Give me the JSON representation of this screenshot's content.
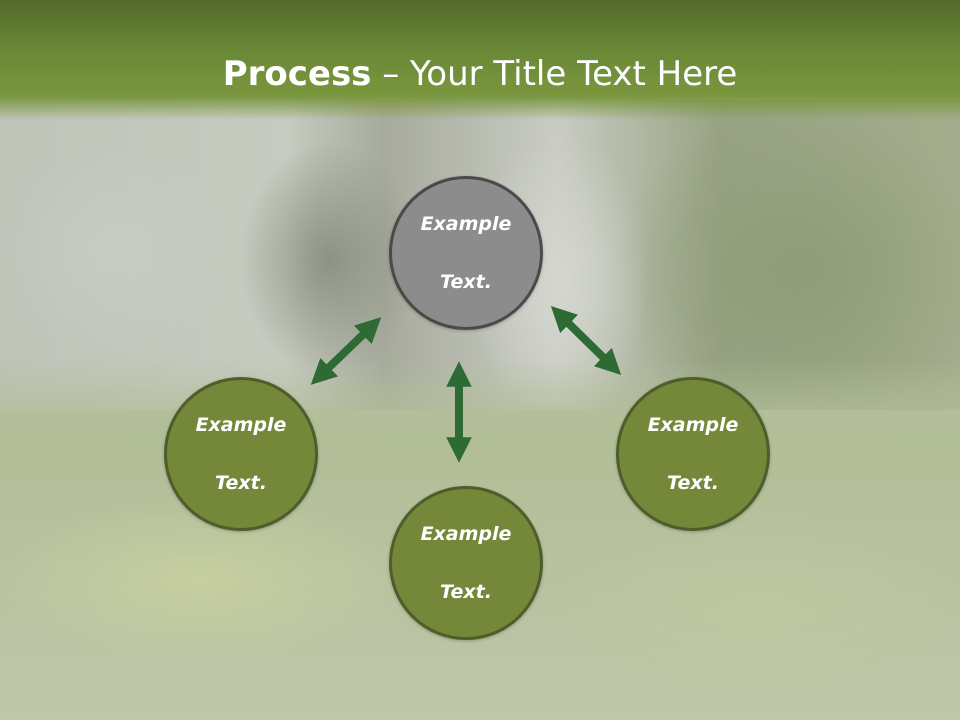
{
  "slide": {
    "title_bold": "Process",
    "title_rest": " – Your Title Text Here"
  },
  "nodes": [
    {
      "id": "top",
      "line1": "Example",
      "line2": "Text."
    },
    {
      "id": "left",
      "line1": "Example",
      "line2": "Text."
    },
    {
      "id": "right",
      "line1": "Example",
      "line2": "Text."
    },
    {
      "id": "bottom",
      "line1": "Example",
      "line2": "Text."
    }
  ],
  "colors": {
    "header_green": "#6b8a37",
    "node_green": "#75883a",
    "node_gray": "#8c8c8c",
    "arrow_green": "#2e6a33"
  }
}
